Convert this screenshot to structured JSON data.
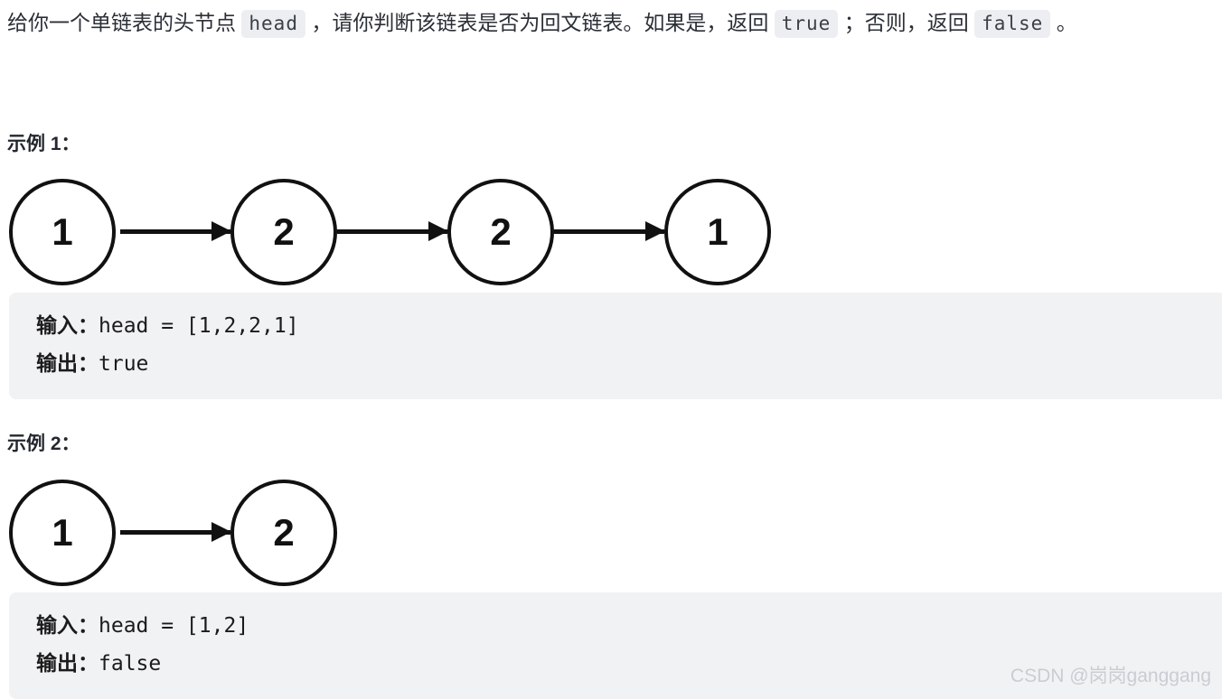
{
  "problem": {
    "intro": {
      "part1": "给你一个单链表的头节点 ",
      "code1": "head",
      "part2": " ，请你判断该链表是否为回文链表。如果是，返回 ",
      "code2": "true",
      "part3": " ；否则，返回 ",
      "code3": "false",
      "part4": " 。"
    }
  },
  "examples": [
    {
      "heading": "示例 1：",
      "nodes": [
        "1",
        "2",
        "2",
        "1"
      ],
      "input_label": "输入：",
      "input_value": "head = [1,2,2,1]",
      "output_label": "输出：",
      "output_value": "true"
    },
    {
      "heading": "示例 2：",
      "nodes": [
        "1",
        "2"
      ],
      "input_label": "输入：",
      "input_value": "head = [1,2]",
      "output_label": "输出：",
      "output_value": "false"
    }
  ],
  "watermark": "CSDN @岗岗ganggang",
  "colors": {
    "text": "#2b2f36",
    "inline_code_bg": "#eceef1",
    "codeblock_bg": "#f1f2f4",
    "node_stroke": "#111111",
    "watermark": "#c9cdd2",
    "page_bg": "#ffffff"
  }
}
